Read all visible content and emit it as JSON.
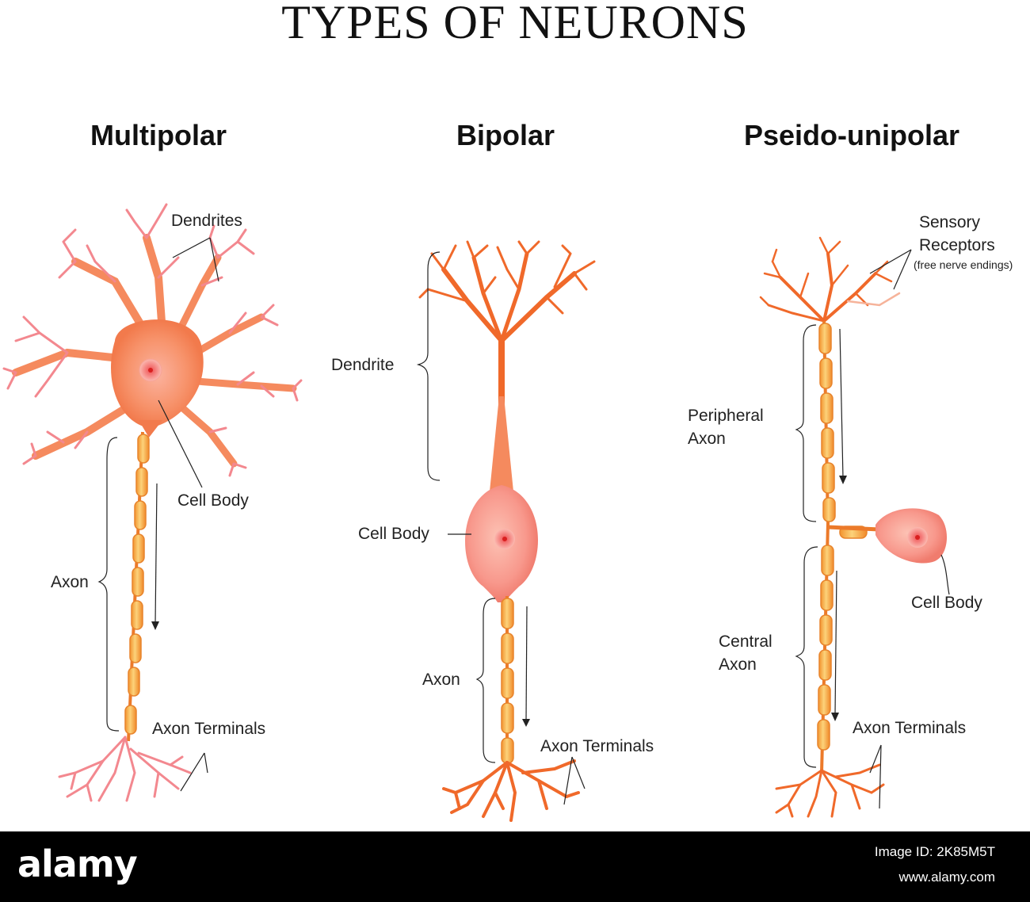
{
  "title": "TYPES OF NEURONS",
  "neurons": [
    {
      "heading": "Multipolar",
      "labels": {
        "dendrites": "Dendrites",
        "cell_body": "Cell Body",
        "axon": "Axon",
        "axon_terminals": "Axon Terminals"
      }
    },
    {
      "heading": "Bipolar",
      "labels": {
        "dendrite": "Dendrite",
        "cell_body": "Cell Body",
        "axon": "Axon",
        "axon_terminals": "Axon Terminals"
      }
    },
    {
      "heading": "Pseido-unipolar",
      "labels": {
        "sensory_receptors_1": "Sensory",
        "sensory_receptors_2": "Receptors",
        "free_nerve_endings": "(free nerve endings)",
        "peripheral_axon_1": "Peripheral",
        "peripheral_axon_2": "Axon",
        "cell_body": "Cell Body",
        "central_axon_1": "Central",
        "central_axon_2": "Axon",
        "axon_terminals": "Axon Terminals"
      }
    }
  ],
  "footer": {
    "brand": "alamy",
    "image_id": "Image ID: 2K85M5T",
    "url": "www.alamy.com"
  },
  "colors": {
    "multipolar_body": "#f58a5e",
    "dendrite_pink": "#f3888f",
    "bipolar_branch": "#f0692a",
    "cell_body_pink": "#f7958a",
    "myelin": "#f7b24a",
    "myelin_edge": "#e8842c",
    "footer_bg": "#000000"
  }
}
